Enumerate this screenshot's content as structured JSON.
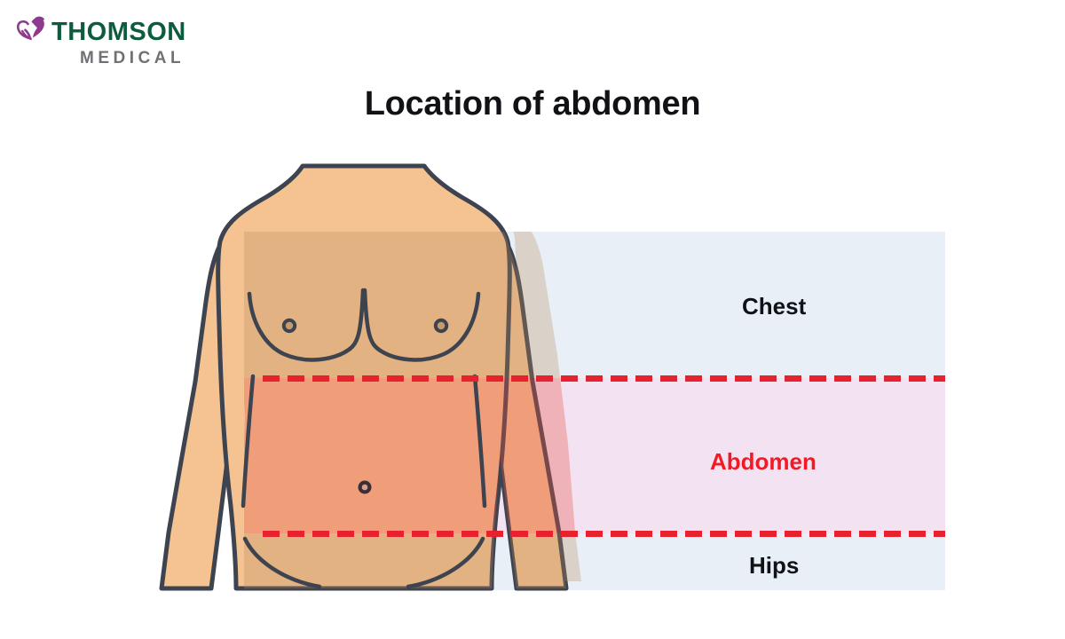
{
  "brand": {
    "name_line1": "THOMSON",
    "name_line2": "MEDICAL",
    "mark_icon": "butterfly-heart-icon",
    "color_green": "#0C5C3D",
    "color_grey": "#6E7175",
    "color_purple": "#8E3A8E"
  },
  "title": "Location of abdomen",
  "diagram": {
    "type": "anatomical-body-region-diagram",
    "subject": "human-torso-front-view",
    "regions": [
      {
        "id": "chest",
        "label": "Chest",
        "label_color": "#111216",
        "band_color": "#E8EFF7",
        "order": 1
      },
      {
        "id": "abdomen",
        "label": "Abdomen",
        "label_color": "#F01B24",
        "band_color": "#F3E2F1",
        "order": 2
      },
      {
        "id": "hips",
        "label": "Hips",
        "label_color": "#111216",
        "band_color": "#E8EFF7",
        "order": 3
      }
    ],
    "boundary_lines": [
      {
        "id": "upper-abdomen-boundary",
        "style": "dashed",
        "color": "#E8212E"
      },
      {
        "id": "lower-abdomen-boundary",
        "style": "dashed",
        "color": "#E8212E"
      }
    ],
    "body_markers": [
      {
        "id": "nipple-left",
        "icon": "nipple-icon"
      },
      {
        "id": "nipple-right",
        "icon": "nipple-icon"
      },
      {
        "id": "navel",
        "icon": "navel-icon"
      }
    ],
    "colors": {
      "skin": "#F5C392",
      "skin_shaded": "#DBB492",
      "skin_abdomen": "#EDA694",
      "outline": "#3D434F",
      "highlight_red": "#E8212E"
    }
  }
}
